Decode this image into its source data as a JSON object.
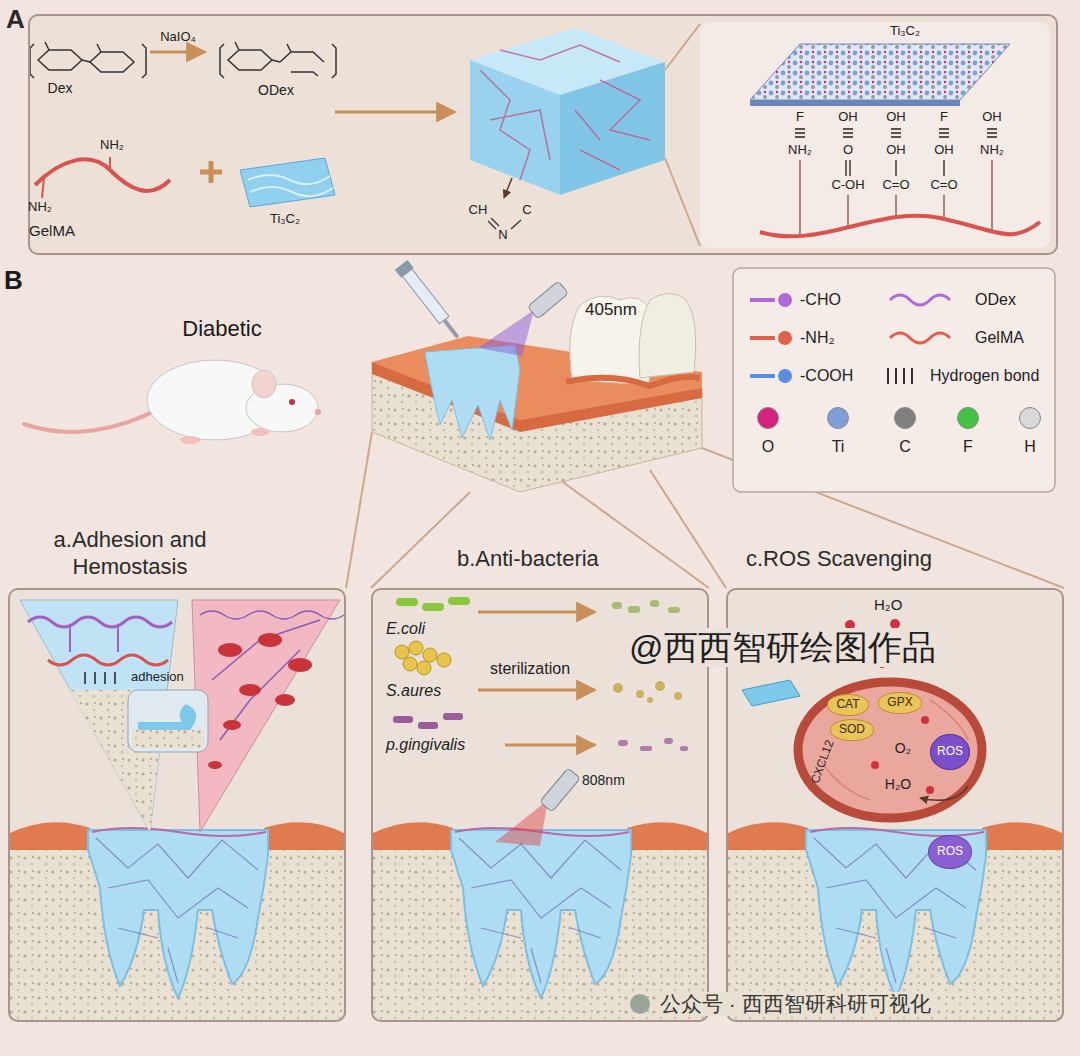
{
  "diagram": {
    "nodes": [
      {
        "text": [
          "A"
        ]
      },
      {
        "text": [
          "a.Adhesion and Hemostasis"
        ]
      },
      {
        "text": [
          "b.Anti-bacteria"
        ]
      },
      {
        "text": [
          "c.ROS Scavenging"
        ]
      },
      {
        "text": [
          "CAT"
        ],
        "in": 3
      },
      {
        "text": [
          "GPX"
        ],
        "in": 3
      },
      {
        "text": [
          "SOD"
        ],
        "in": 3
      },
      {
        "text": [
          "ROS"
        ],
        "in": 3
      },
      {
        "text": [
          "ROS"
        ],
        "in": 3
      }
    ],
    "labels": [
      "Dex",
      "NaIO₄",
      "ODex",
      "NH₂",
      "NH₂",
      "GelMA",
      "Ti₃C₂",
      "CH",
      "C",
      "N",
      "Ti₃C₂",
      "F",
      "NH₂",
      "OH",
      "O",
      "C-OH",
      "OH",
      "OH",
      "C=O",
      "F",
      "OH",
      "C=O",
      "OH",
      "NH₂",
      "B",
      "Diabetic",
      "405nm",
      "adhesion",
      "E.coli",
      "S.aures",
      "p.gingivalis",
      "sterilization",
      "808nm",
      "H₂O",
      "CXCL12",
      "O₂",
      "H₂O",
      "@西西智研绘图作品",
      "公众号 · 西西智研科研可视化"
    ],
    "legend": [
      {
        "text": "-CHO"
      },
      {
        "text": "ODex"
      },
      {
        "text": "-NH₂"
      },
      {
        "text": "GelMA"
      },
      {
        "text": "-COOH"
      },
      {
        "text": "Hydrogen bond"
      },
      {
        "text": "O",
        "color": "#d6237f"
      },
      {
        "text": "Ti",
        "color": "#7f9fd9"
      },
      {
        "text": "C",
        "color": "#808080"
      },
      {
        "text": "F",
        "color": "#44c244"
      },
      {
        "text": "H",
        "color": "#d9d9d9"
      }
    ]
  }
}
